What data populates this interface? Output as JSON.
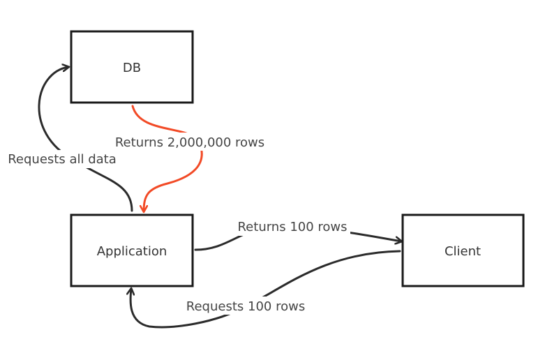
{
  "nodes": {
    "db": {
      "label": "DB"
    },
    "application": {
      "label": "Application"
    },
    "client": {
      "label": "Client"
    }
  },
  "edges": {
    "requests_all_data": {
      "label": "Requests all data",
      "color": "#2b2b2b"
    },
    "returns_2m_rows": {
      "label": "Returns 2,000,000 rows",
      "color": "#f24a26"
    },
    "returns_100_rows": {
      "label": "Returns 100 rows",
      "color": "#2b2b2b"
    },
    "requests_100_rows": {
      "label": "Requests 100 rows",
      "color": "#2b2b2b"
    }
  }
}
